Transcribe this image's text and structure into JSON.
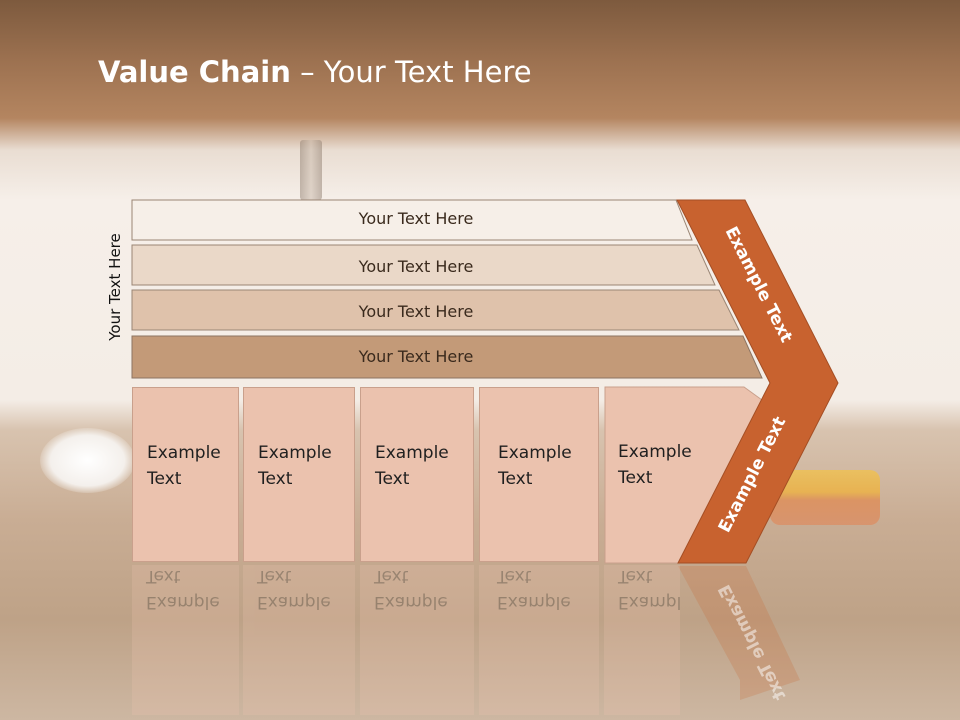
{
  "slide": {
    "title_bold": "Value Chain",
    "title_rest": " – Your Text Here",
    "side_label": "Your Text Here"
  },
  "bars": [
    {
      "label": "Your Text Here",
      "color": "#f6efe8"
    },
    {
      "label": "Your Text Here",
      "color": "#ead8c8"
    },
    {
      "label": "Your Text Here",
      "color": "#dfc2ab"
    },
    {
      "label": "Your Text Here",
      "color": "#c39a78"
    }
  ],
  "boxes": [
    {
      "label": "Example Text"
    },
    {
      "label": "Example Text"
    },
    {
      "label": "Example Text"
    },
    {
      "label": "Example Text"
    },
    {
      "label": "Example Text"
    }
  ],
  "arrow": {
    "upper_label": "Example Text",
    "lower_label": "Example Text",
    "color": "#c8622f"
  }
}
